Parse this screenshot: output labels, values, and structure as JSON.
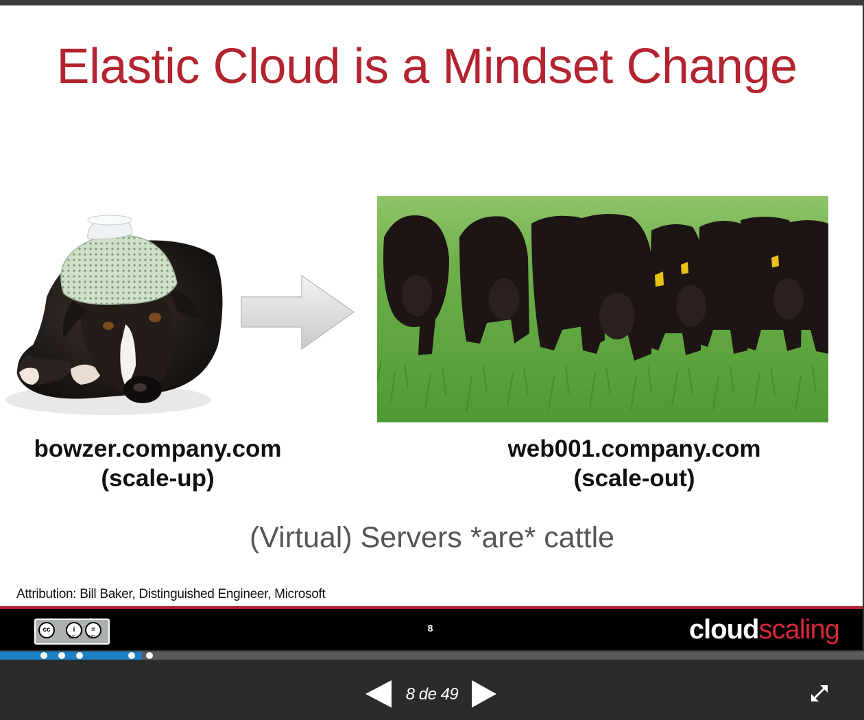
{
  "slide": {
    "title": "Elastic Cloud is a Mindset Change",
    "left_caption_line1": "bowzer.company.com",
    "left_caption_line2": "(scale-up)",
    "right_caption_line1": "web001.company.com",
    "right_caption_line2": "(scale-out)",
    "subtitle": "(Virtual) Servers *are* cattle",
    "attribution": "Attribution: Bill Baker, Distinguished Engineer, Microsoft",
    "slide_number": "8",
    "brand_part1": "cloud",
    "brand_part2": "scaling",
    "license_icons": [
      "cc-icon",
      "by-icon",
      "nd-icon"
    ],
    "license_labels": [
      "BY",
      "ND"
    ]
  },
  "player": {
    "pager": "8 de 49",
    "progress": 0.164,
    "accent_color": "#1d7fc4",
    "title_color": "#b32430"
  }
}
